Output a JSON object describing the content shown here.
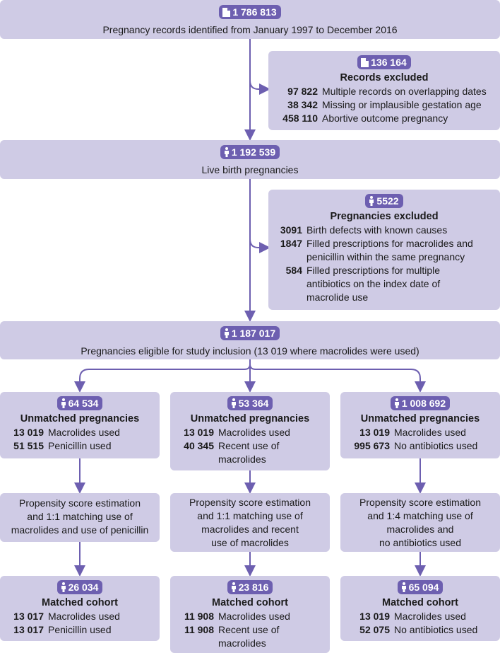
{
  "diagram": {
    "top": {
      "count": "1 786 813",
      "icon": "document-icon",
      "text": "Pregnancy records identified from January 1997 to December 2016"
    },
    "excluded_records": {
      "count": "136 164",
      "icon": "document-icon",
      "title": "Records excluded",
      "items": [
        {
          "n": "97 822",
          "text": "Multiple records on overlapping dates"
        },
        {
          "n": "38 342",
          "text": "Missing or implausible gestation age"
        },
        {
          "n": "458 110",
          "text": "Abortive outcome pregnancy"
        }
      ]
    },
    "live": {
      "count": "1 192 539",
      "icon": "person-icon",
      "text": "Live birth pregnancies"
    },
    "excluded_pregnancies": {
      "count": "5522",
      "icon": "person-icon",
      "title": "Pregnancies excluded",
      "items": [
        {
          "n": "3091",
          "line1": "Birth defects with known causes",
          "line2": "",
          "line3": ""
        },
        {
          "n": "1847",
          "line1": "Filled prescriptions for macrolides and",
          "line2": "penicillin within the same pregnancy",
          "line3": ""
        },
        {
          "n": "584",
          "line1": "Filled prescriptions for multiple",
          "line2": "antibiotics on the index date of",
          "line3": "macrolide use"
        }
      ]
    },
    "eligible": {
      "count": "1 187 017",
      "icon": "person-icon",
      "text": "Pregnancies eligible for study inclusion (13 019 where macrolides were used)"
    },
    "unmatched": [
      {
        "count": "64 534",
        "title": "Unmatched pregnancies",
        "items": [
          {
            "n": "13 019",
            "line1": "Macrolides used",
            "line2": ""
          },
          {
            "n": "51 515",
            "line1": "Penicillin used",
            "line2": ""
          }
        ]
      },
      {
        "count": "53 364",
        "title": "Unmatched pregnancies",
        "items": [
          {
            "n": "13 019",
            "line1": "Macrolides used",
            "line2": ""
          },
          {
            "n": "40 345",
            "line1": "Recent use of",
            "line2": "macrolides"
          }
        ]
      },
      {
        "count": "1 008 692",
        "title": "Unmatched pregnancies",
        "items": [
          {
            "n": "13 019",
            "line1": "Macrolides used",
            "line2": ""
          },
          {
            "n": "995 673",
            "line1": "No antibiotics used",
            "line2": ""
          }
        ]
      }
    ],
    "propensity": [
      {
        "lines": [
          "Propensity score estimation",
          "and 1:1 matching use of",
          "macrolides and use of penicillin",
          ""
        ]
      },
      {
        "lines": [
          "Propensity score estimation",
          "and 1:1 matching use of",
          "macrolides and recent",
          "use of macrolides"
        ]
      },
      {
        "lines": [
          "Propensity score estimation",
          "and 1:4 matching use of",
          "macrolides and",
          "no antibiotics used"
        ]
      }
    ],
    "matched": [
      {
        "count": "26 034",
        "title": "Matched cohort",
        "items": [
          {
            "n": "13 017",
            "line1": "Macrolides used",
            "line2": ""
          },
          {
            "n": "13 017",
            "line1": "Penicillin used",
            "line2": ""
          }
        ]
      },
      {
        "count": "23 816",
        "title": "Matched cohort",
        "items": [
          {
            "n": "11 908",
            "line1": "Macrolides used",
            "line2": ""
          },
          {
            "n": "11 908",
            "line1": "Recent use of",
            "line2": "macrolides"
          }
        ]
      },
      {
        "count": "65 094",
        "title": "Matched cohort",
        "items": [
          {
            "n": "13 019",
            "line1": "Macrolides used",
            "line2": ""
          },
          {
            "n": "52 075",
            "line1": "No antibiotics used",
            "line2": ""
          }
        ]
      }
    ],
    "colors": {
      "box": "#cfcbe5",
      "accent": "#6d5fb0",
      "arrow": "#6d5fb0"
    }
  }
}
